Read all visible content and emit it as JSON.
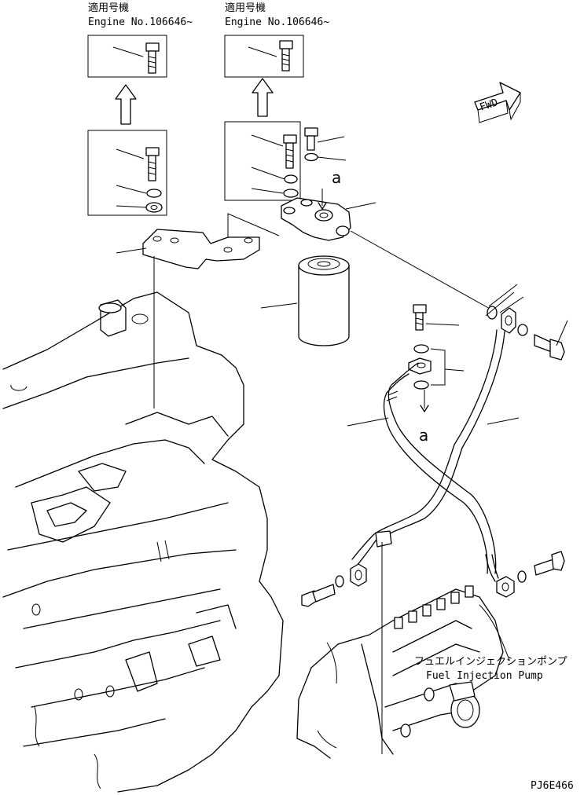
{
  "labels": {
    "applicable_left_jp": "適用号機",
    "engine_no_left": "Engine No.106646~",
    "applicable_right_jp": "適用号機",
    "engine_no_right": "Engine No.106646~",
    "fwd": "FWD",
    "ref_a_upper": "a",
    "ref_a_lower": "a",
    "pump_jp": "フュエルインジェクションポンプ",
    "pump_en": "Fuel Injection Pump",
    "drawing_code": "PJ6E466"
  },
  "icons": [
    "fwd-arrow-icon",
    "upgrade-arrow-icon"
  ],
  "colors": {
    "line": "#000000",
    "background": "#ffffff"
  }
}
